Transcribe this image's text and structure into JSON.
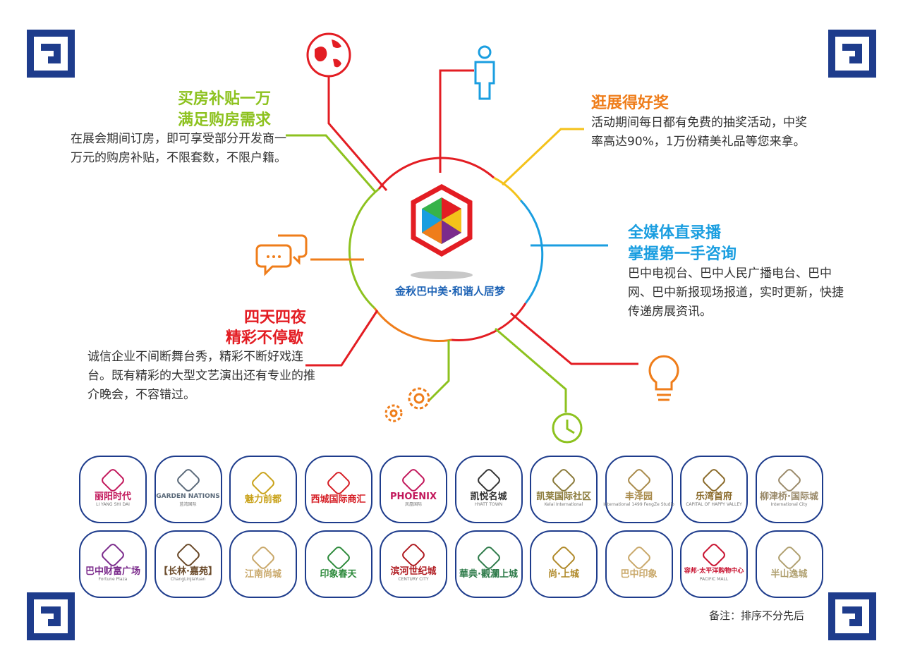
{
  "features": {
    "subsidy": {
      "title_1": "买房补贴一万",
      "title_2": "满足购房需求",
      "body": "在展会期间订房，即可享受部分开发商一万元的购房补贴，不限套数，不限户籍。"
    },
    "prize": {
      "title": "逛展得好奖",
      "body": "活动期间每日都有免费的抽奖活动，中奖率高达90%，1万份精美礼品等您来拿。"
    },
    "media": {
      "title_1": "全媒体直录播",
      "title_2": "掌握第一手咨询",
      "body": "巴中电视台、巴中人民广播电台、巴中网、巴中新报现场报道，实时更新，快捷传递房展资讯。"
    },
    "show": {
      "title_1": "四天四夜",
      "title_2": "精彩不停歇",
      "body": "诚信企业不间断舞台秀，精彩不断好戏连台。既有精彩的大型文艺演出还有专业的推介晚会，不容错过。"
    }
  },
  "center": {
    "slogan": "金秋巴中美·和谐人居梦"
  },
  "icons": [
    "globe-icon",
    "person-icon",
    "chat-icon",
    "gear-icon",
    "clock-icon",
    "lightbulb-icon"
  ],
  "logos_row1": [
    {
      "main": "丽阳时代",
      "sub": "LI YANG SHI DAI",
      "color": "#c2185b"
    },
    {
      "main": "GARDEN NATIONS",
      "sub": "蓝湾国际",
      "color": "#5b6a7a"
    },
    {
      "main": "魅力前都",
      "sub": "",
      "color": "#c9a21a"
    },
    {
      "main": "西城国际商汇",
      "sub": "",
      "color": "#d62027"
    },
    {
      "main": "PHOENIX",
      "sub": "凤凰国际",
      "color": "#c2185b"
    },
    {
      "main": "凯悦名城",
      "sub": "HYATT TOWN",
      "color": "#333333"
    },
    {
      "main": "凯莱国际社区",
      "sub": "Kelai International",
      "color": "#8a7a3a"
    },
    {
      "main": "丰泽园",
      "sub": "International 1499 FengZe Studio",
      "color": "#a88a4a"
    },
    {
      "main": "乐湾首府",
      "sub": "CAPITAL OF HAPPY VALLEY",
      "color": "#8a6a2a"
    },
    {
      "main": "柳津桥·国际城",
      "sub": "International City",
      "color": "#9a8a6a"
    }
  ],
  "logos_row2": [
    {
      "main": "巴中财富广场",
      "sub": "Fortune Plaza",
      "color": "#7b2b8c"
    },
    {
      "main": "【长林·嘉苑】",
      "sub": "ChangLinJiaYuan",
      "color": "#6a4a2a"
    },
    {
      "main": "江南尚城",
      "sub": "",
      "color": "#c9a86a"
    },
    {
      "main": "印象春天",
      "sub": "",
      "color": "#2e8b3c"
    },
    {
      "main": "滨河世纪城",
      "sub": "CENTURY CITY",
      "color": "#b01c22"
    },
    {
      "main": "華典·觀瀾上城",
      "sub": "",
      "color": "#2e7b4a"
    },
    {
      "main": "尚·上城",
      "sub": "",
      "color": "#b08a2a"
    },
    {
      "main": "巴中印象",
      "sub": "",
      "color": "#c9a86a"
    },
    {
      "main": "容邦·太平洋购物中心",
      "sub": "PACIFIC MALL",
      "color": "#c8102e"
    },
    {
      "main": "半山逸城",
      "sub": "",
      "color": "#b0a070"
    }
  ],
  "note": "备注：排序不分先后",
  "colors": {
    "lime": "#8dc21f",
    "orange": "#ef7d1a",
    "blue": "#1a9ee0",
    "red": "#e31d23",
    "yellow": "#f4c21a",
    "navy": "#1e3c8c"
  }
}
